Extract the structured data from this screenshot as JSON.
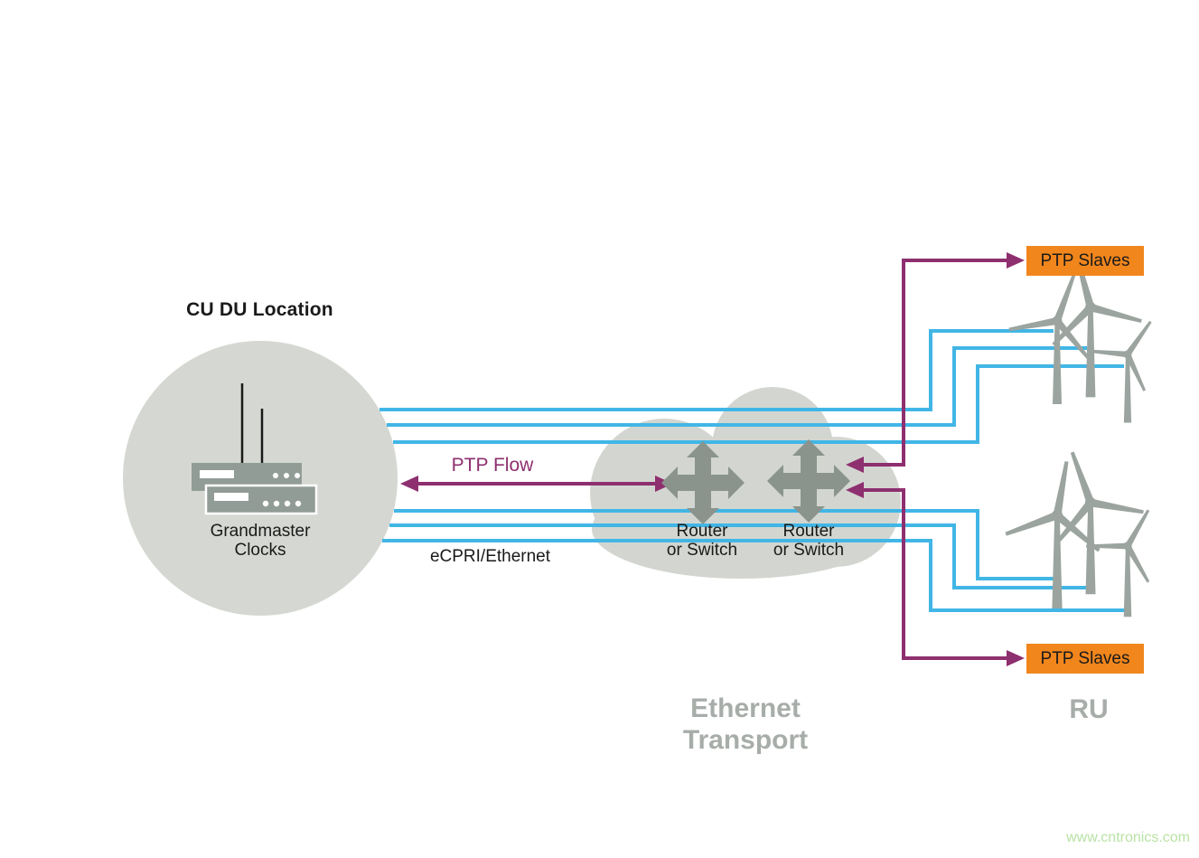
{
  "cu_du": {
    "heading": "CU DU Location",
    "device": {
      "line1": "Grandmaster",
      "line2": "Clocks"
    }
  },
  "links": {
    "ptp_flow": "PTP Flow",
    "ecpri": "eCPRI/Ethernet"
  },
  "transport": {
    "heading": {
      "line1": "Ethernet",
      "line2": "Transport"
    },
    "routers": [
      {
        "line1": "Router",
        "line2": "or Switch"
      },
      {
        "line1": "Router",
        "line2": "or Switch"
      }
    ]
  },
  "ru": {
    "heading": "RU",
    "slaves_top": "PTP Slaves",
    "slaves_bottom": "PTP Slaves"
  },
  "watermark": "www.cntronics.com",
  "colors": {
    "line_blue": "#41b6e6",
    "line_purple": "#8e2f6f",
    "slave_box_orange": "#f1861d",
    "shape_gray": "#d5d8d2",
    "icon_gray": "#97a19b",
    "muted_text_gray": "#a7ada8"
  }
}
